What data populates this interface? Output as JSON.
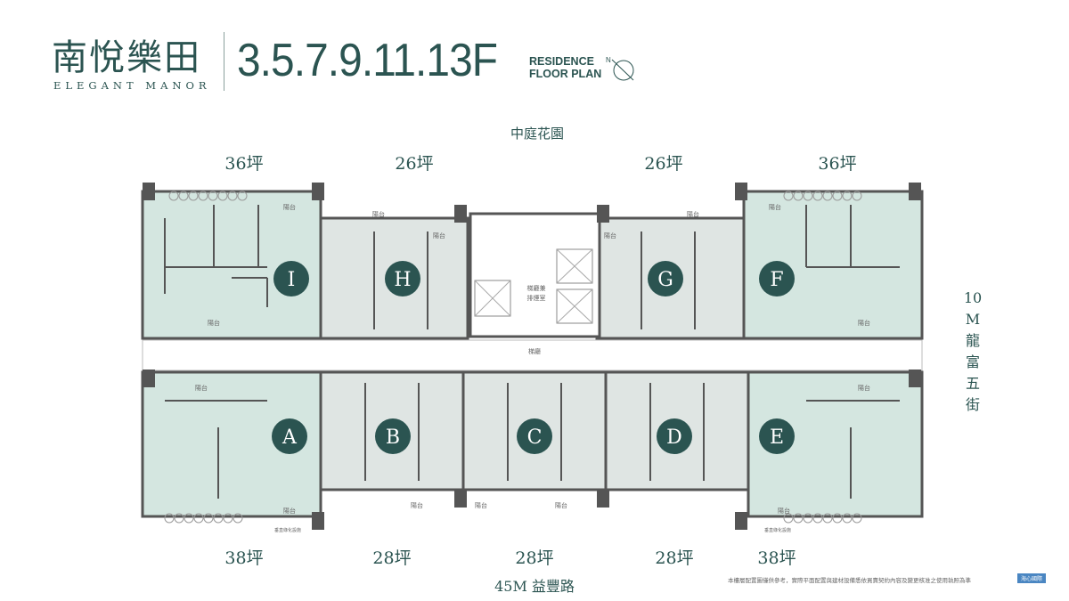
{
  "header": {
    "brand_cn": "南悅樂田",
    "brand_en": "ELEGANT MANOR",
    "floors": "3.5.7.9.11.13F",
    "subtitle_line1": "RESIDENCE",
    "subtitle_line2": "FLOOR PLAN",
    "north_label": "N"
  },
  "plan": {
    "courtyard": "中庭花園",
    "south_road": "45M 益豐路",
    "east_road": [
      "10",
      "M",
      "龍",
      "富",
      "五",
      "街"
    ],
    "lobby": "梯廳",
    "lobby_smoke_line1": "梯廳兼",
    "lobby_smoke_line2": "排煙室",
    "balcony": "陽台",
    "green_facility": "垂直綠化設施",
    "units": [
      {
        "id": "I",
        "size": "36坪"
      },
      {
        "id": "H",
        "size": "26坪"
      },
      {
        "id": "G",
        "size": "26坪"
      },
      {
        "id": "F",
        "size": "36坪"
      },
      {
        "id": "A",
        "size": "38坪"
      },
      {
        "id": "B",
        "size": "28坪"
      },
      {
        "id": "C",
        "size": "28坪"
      },
      {
        "id": "D",
        "size": "28坪"
      },
      {
        "id": "E",
        "size": "38坪"
      }
    ]
  },
  "footer": {
    "disclaimer": "本樓層配置圖僅供參考，實際平面配置與建材設備悉依買賣契約內容及變更核准之使用執照為準",
    "logo": "海心國際"
  },
  "colors": {
    "accent": "#2b5451",
    "unit_large": "#d4e6e0",
    "unit_small": "#dfe5e3",
    "wall": "#555555"
  }
}
